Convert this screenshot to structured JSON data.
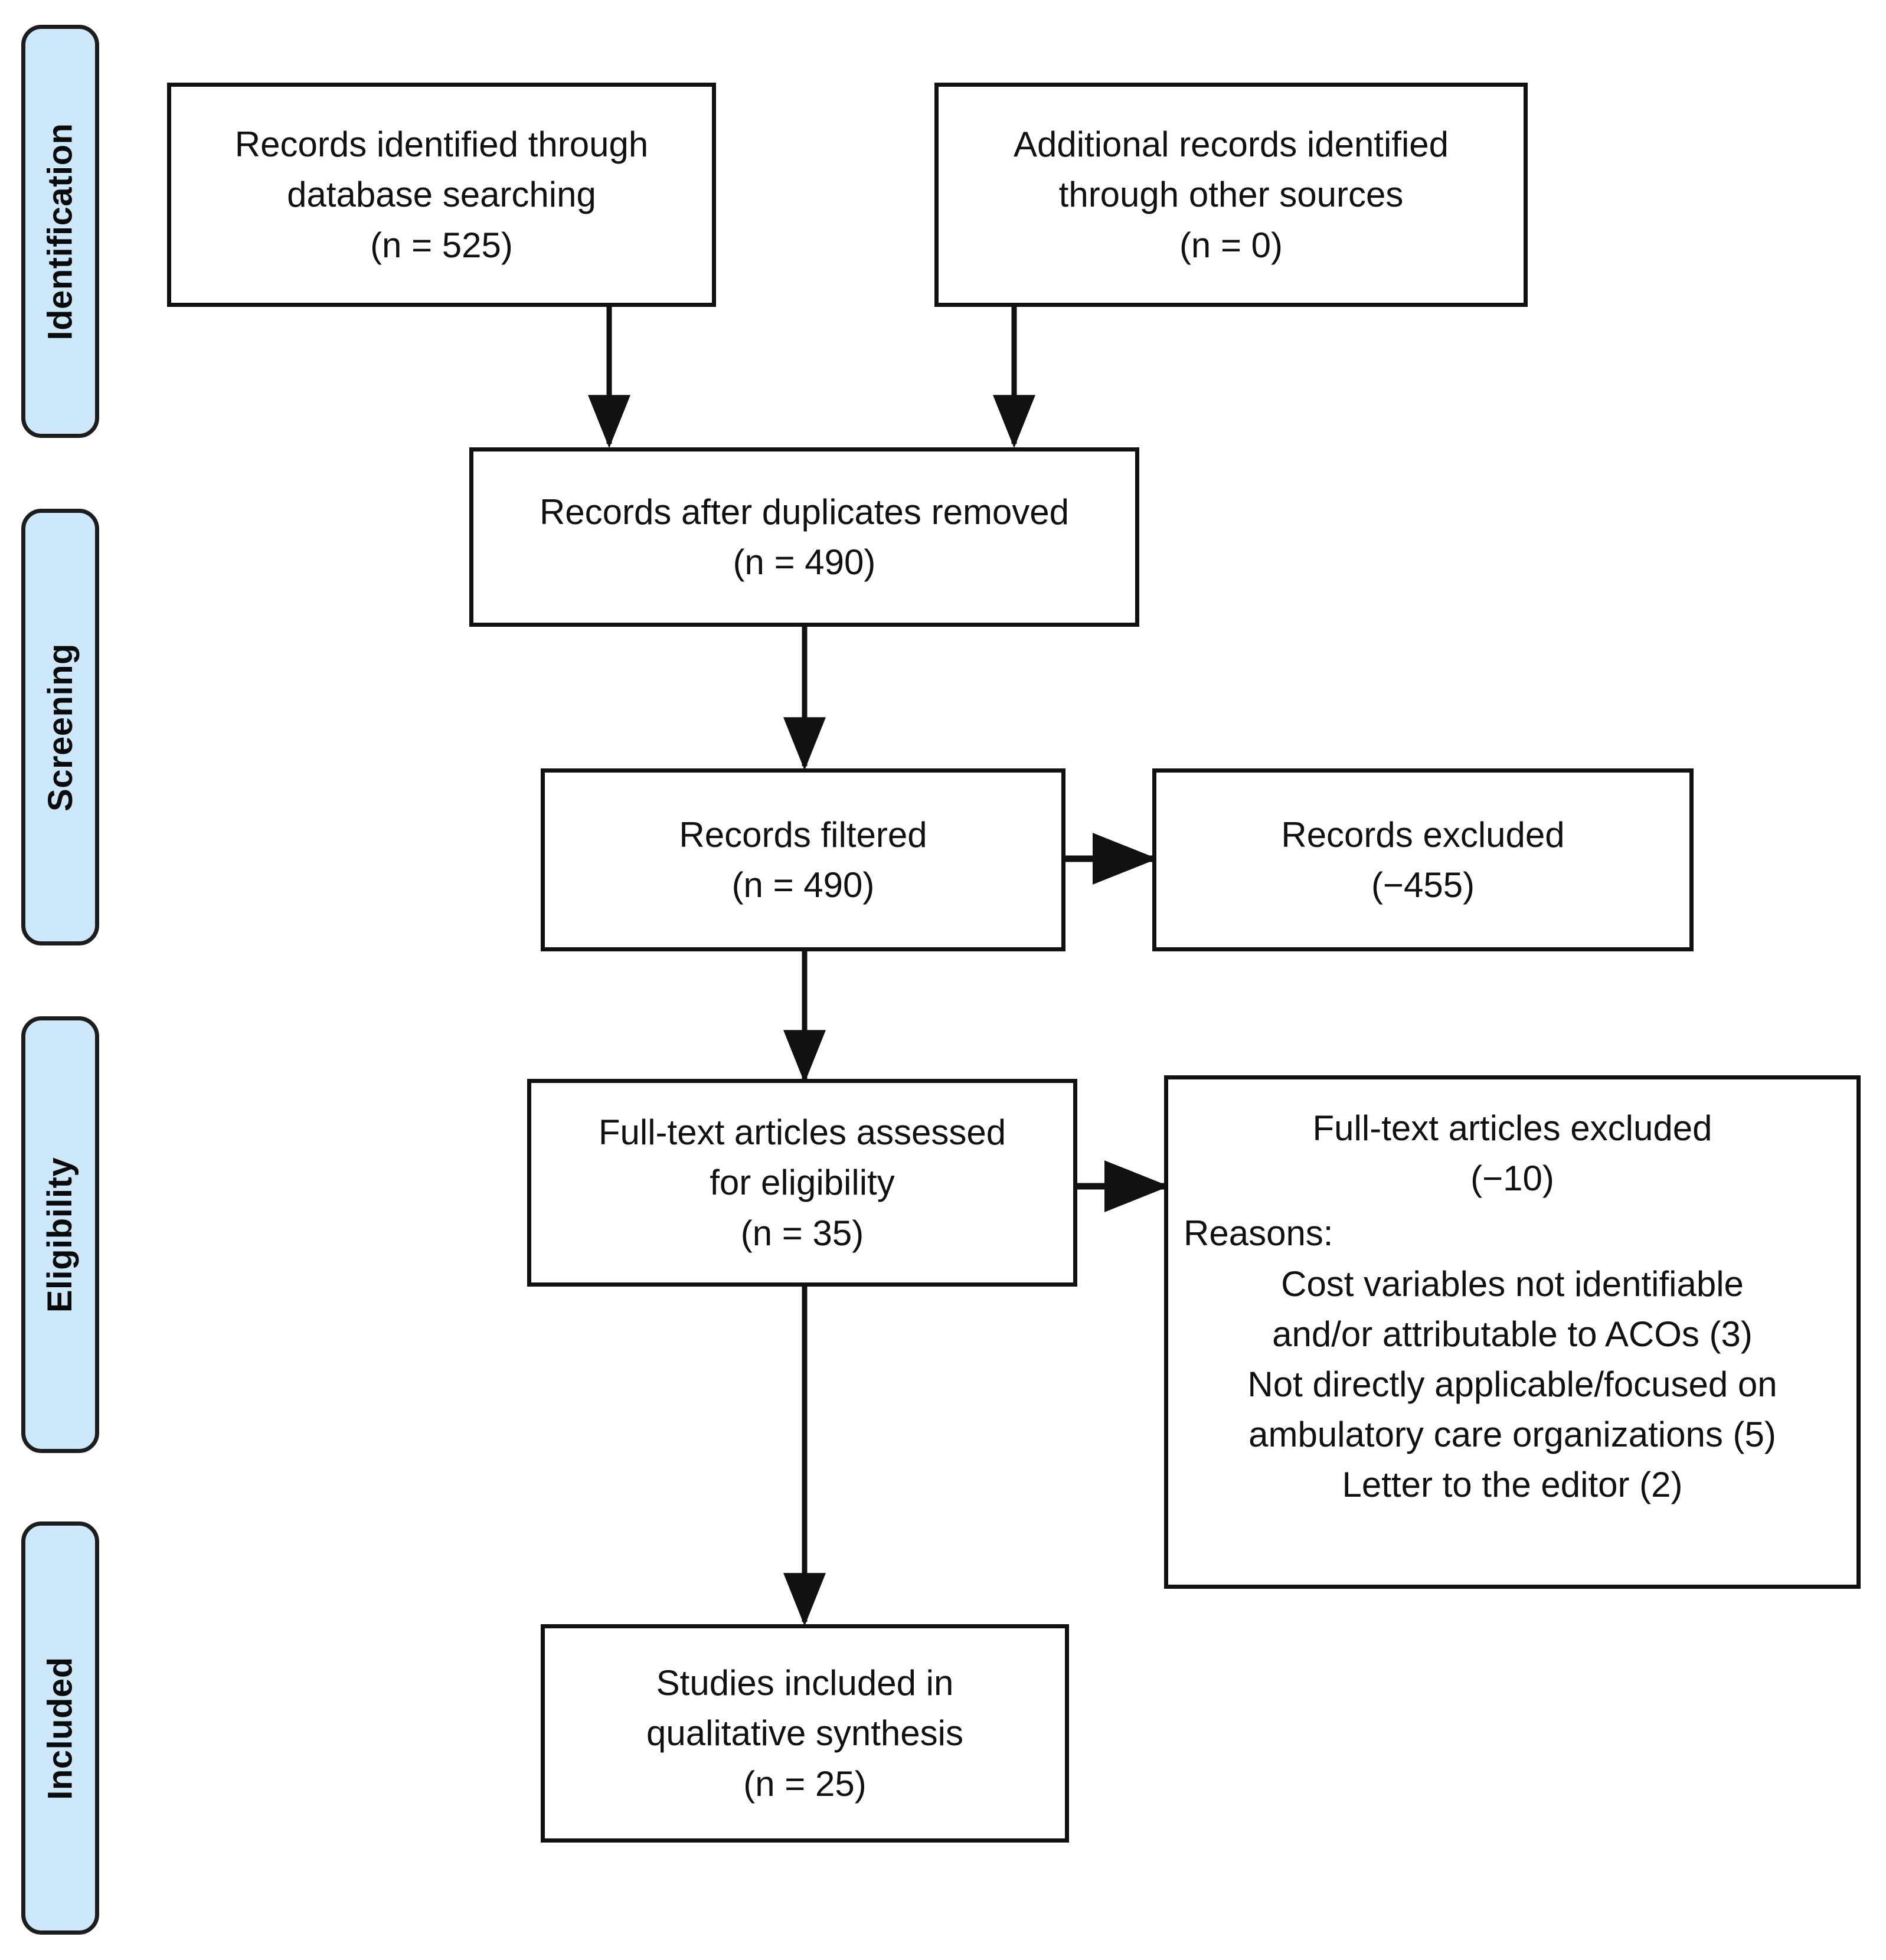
{
  "diagram": {
    "type": "prisma-flow-diagram",
    "phases": [
      {
        "label": "Identification"
      },
      {
        "label": "Screening"
      },
      {
        "label": "Eligibility"
      },
      {
        "label": "Included"
      }
    ],
    "accent_color": "#cde8fa",
    "border_color": "#111111",
    "text_color": "#111111",
    "background_color": "#ffffff",
    "boxes": {
      "records_database": {
        "lines": [
          "Records identified through",
          "database searching",
          "(n = 525)"
        ]
      },
      "records_other": {
        "lines": [
          "Additional records identified",
          "through other sources",
          "(n = 0)"
        ]
      },
      "duplicates_removed": {
        "lines": [
          "Records after duplicates removed",
          "(n = 490)"
        ]
      },
      "records_filtered": {
        "lines": [
          "Records filtered",
          "(n = 490)"
        ]
      },
      "records_excluded": {
        "lines": [
          "Records excluded",
          "(−455)"
        ]
      },
      "fulltext_assessed": {
        "lines": [
          "Full-text articles assessed",
          "for eligibility",
          "(n = 35)"
        ]
      },
      "fulltext_excluded": {
        "title_lines": [
          "Full-text articles excluded",
          "(−10)"
        ],
        "reasons_heading": "Reasons:",
        "reason_lines": [
          "Cost variables not identifiable",
          "and/or attributable to ACOs (3)",
          "Not directly applicable/focused on",
          "ambulatory care organizations (5)",
          "Letter to the editor (2)"
        ]
      },
      "studies_included": {
        "lines": [
          "Studies included in",
          "qualitative synthesis",
          "(n = 25)"
        ]
      }
    }
  }
}
